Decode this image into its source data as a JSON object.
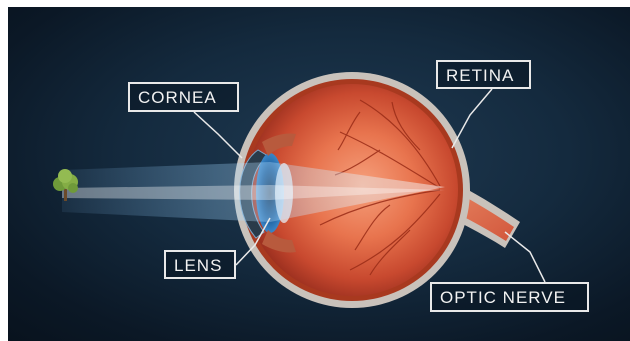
{
  "diagram": {
    "labels": {
      "cornea": "CORNEA",
      "retina": "RETINA",
      "lens": "LENS",
      "optic_nerve": "OPTIC NERVE"
    },
    "colors": {
      "background": "#142a3e",
      "label_border": "#e9e9e9",
      "eyeball": "#e06a45",
      "sclera": "#c9c2bb",
      "light_beam": "#bfe3ff"
    },
    "icons": {
      "object": "tree-icon"
    }
  }
}
